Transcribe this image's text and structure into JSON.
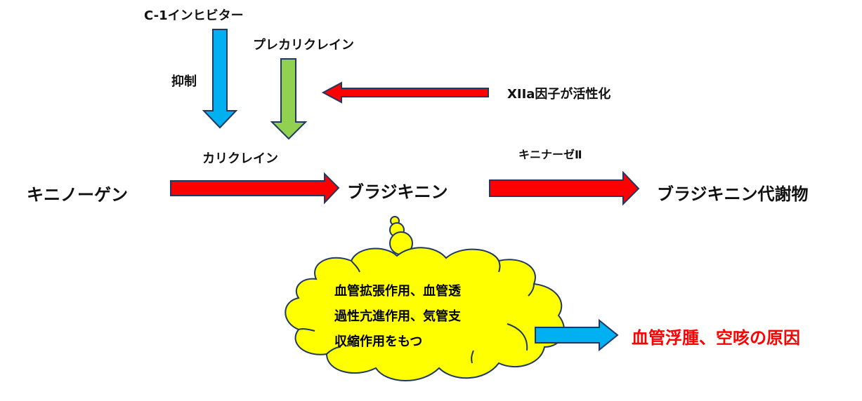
{
  "nodes": {
    "inhibitor": "C-1インヒビター",
    "inhibit_label": "抑制",
    "prekallikrein": "プレカリクレイン",
    "factor_xiia": "XIIa因子が活性化",
    "kallikrein": "カリクレイン",
    "kininase": "キニナーゼⅡ",
    "kininogen": "キニノーゲン",
    "bradykinin": "ブラジキニン",
    "bradykinin_metabolite": "ブラジキニン代謝物"
  },
  "cloud": {
    "lines": [
      "血管拡張作用、血管透",
      "過性亢進作用、気管支",
      "収縮作用をもつ"
    ]
  },
  "result": {
    "text": "血管浮腫、空咳の原因"
  },
  "colors": {
    "red_arrow": "#ff0000",
    "blue_arrow": "#00b0f0",
    "green_arrow": "#92d050",
    "cloud_fill": "#ffff00",
    "outline": "#1f3864",
    "result_text": "#ff0000"
  }
}
